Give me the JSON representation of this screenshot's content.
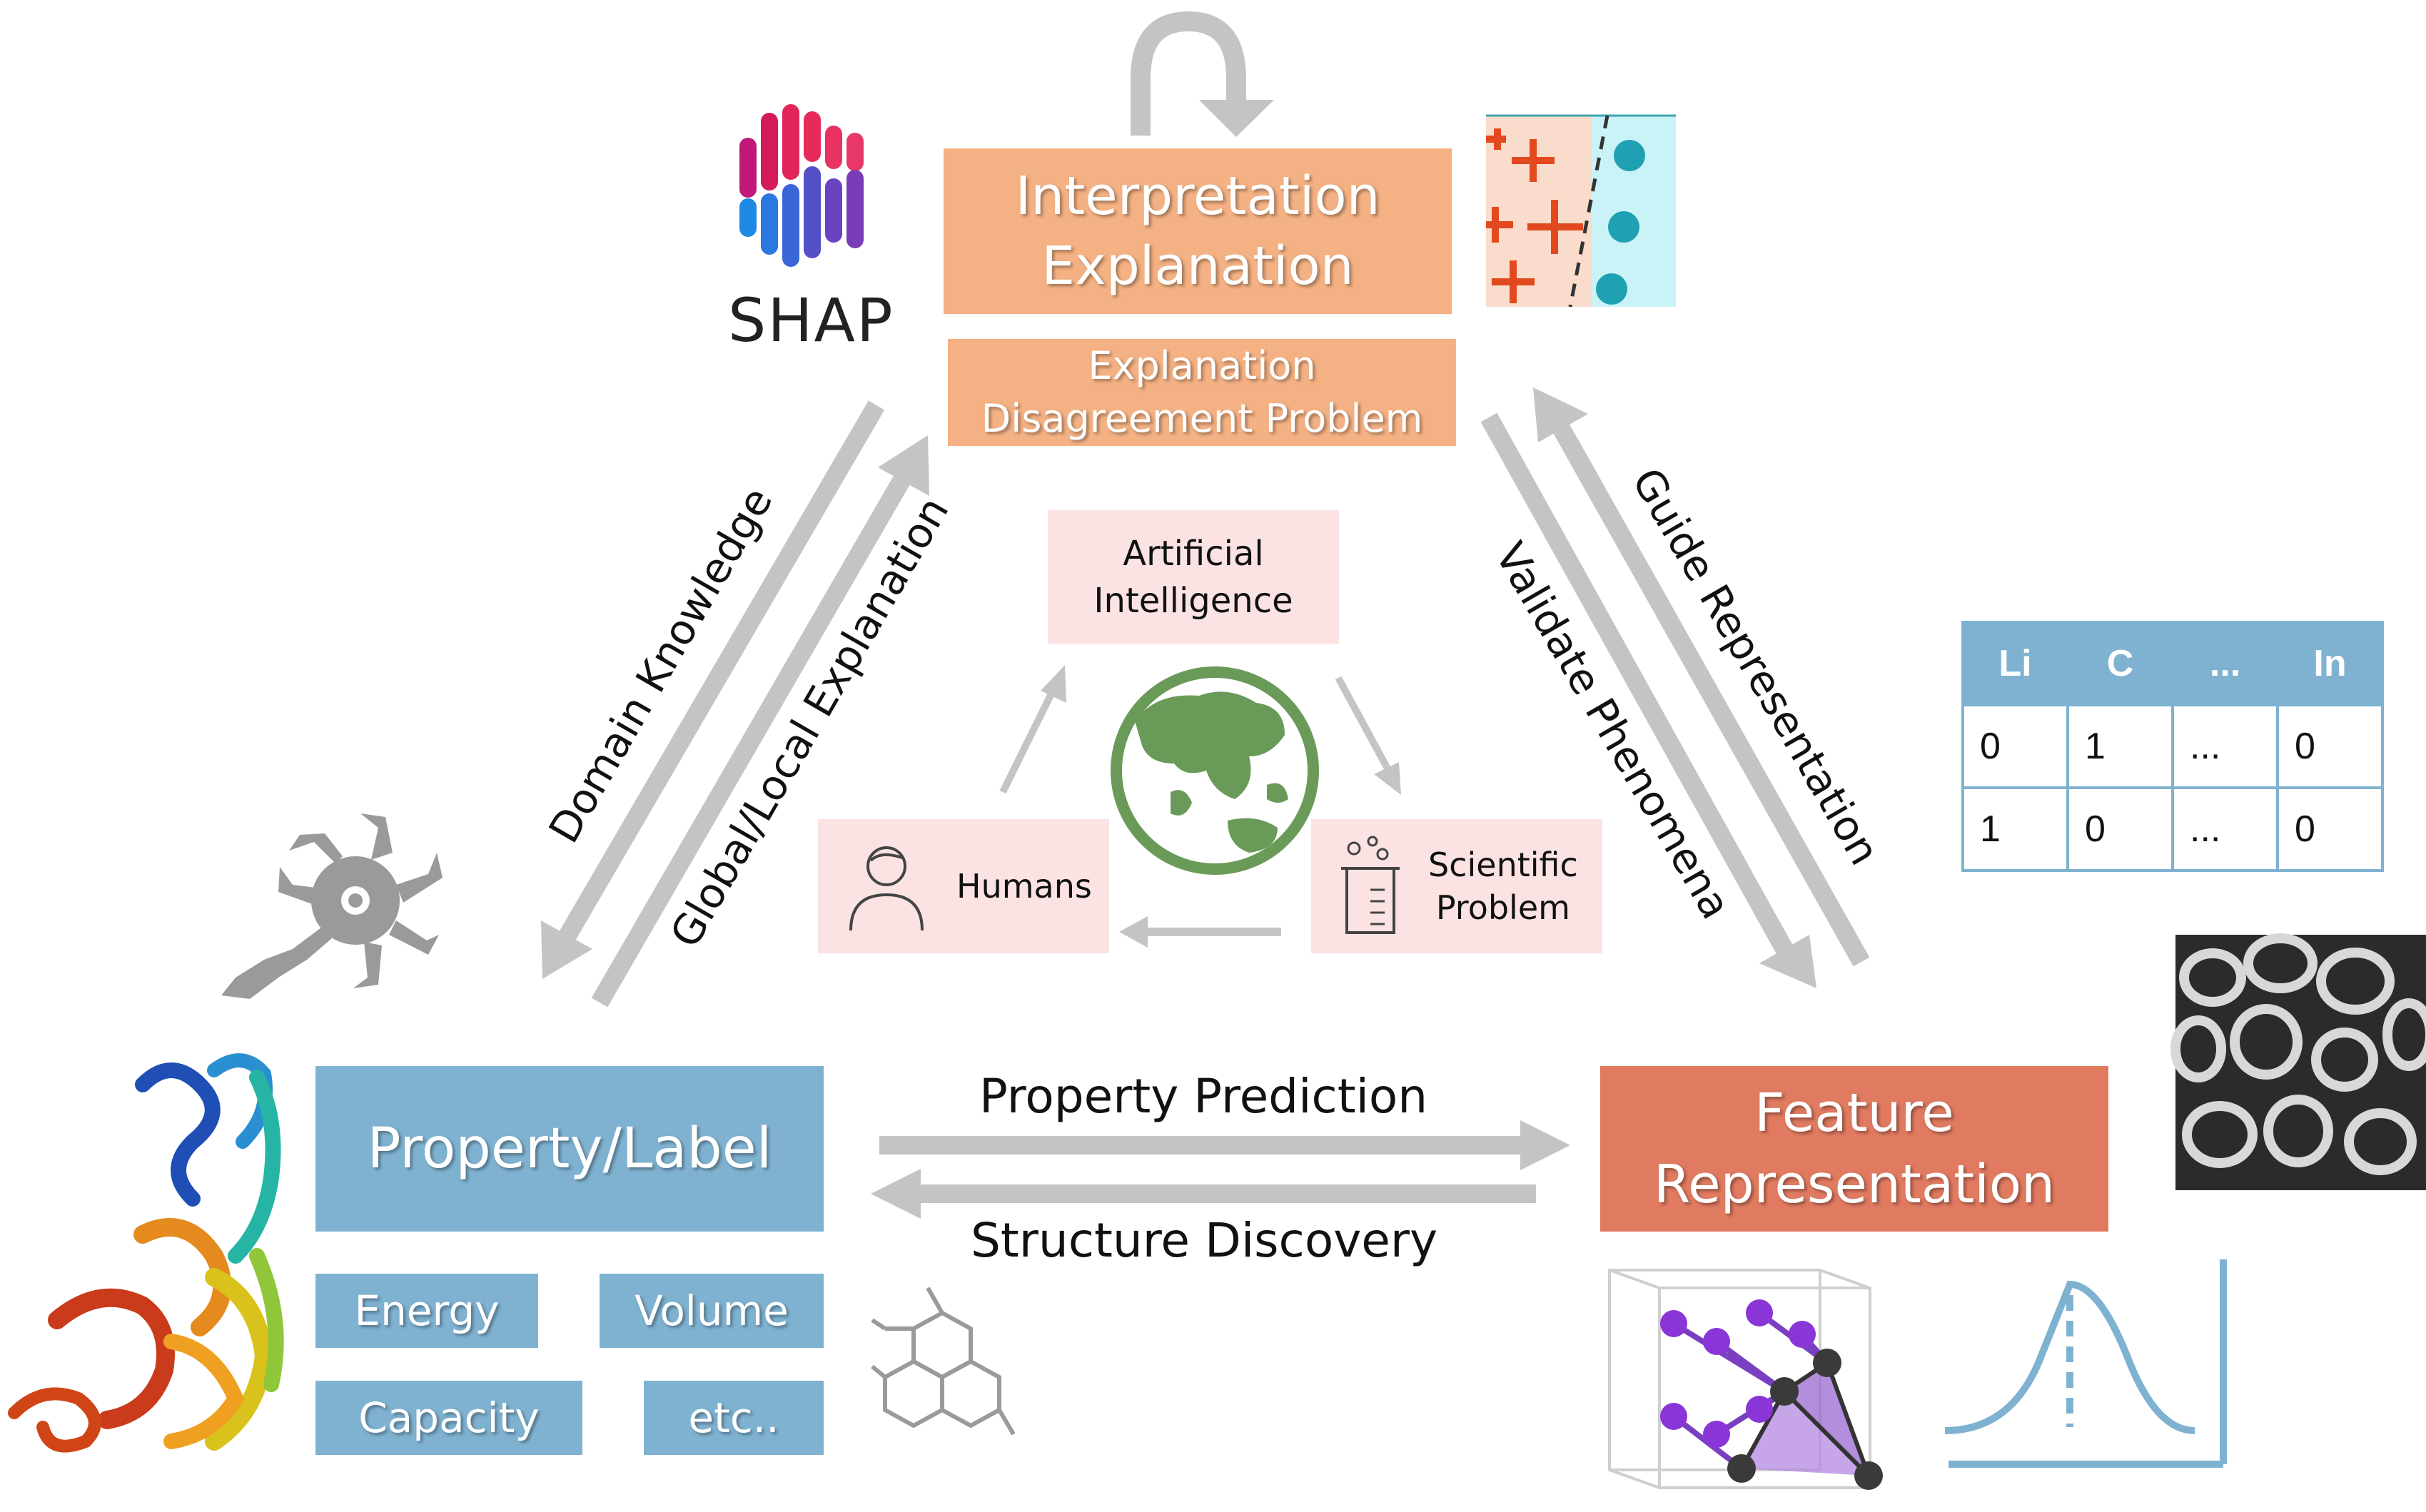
{
  "top": {
    "interpretation_line1": "Interpretation",
    "interpretation_line2": "Explanation",
    "disagreement_line1": "Explanation",
    "disagreement_line2": "Disagreement Problem",
    "shap_label": "SHAP"
  },
  "center": {
    "ai_line1": "Artificial",
    "ai_line2": "Intelligence",
    "humans": "Humans",
    "scientific_line1": "Scientific",
    "scientific_line2": "Problem"
  },
  "left_arrows": {
    "domain_knowledge": "Domain Knowledge",
    "global_local": "Global/Local Explanation"
  },
  "right_arrows": {
    "guide_representation": "Guide Representation",
    "validate_phenomena": "Validate Phenomena"
  },
  "bottom_arrows": {
    "property_prediction": "Property Prediction",
    "structure_discovery": "Structure Discovery"
  },
  "property": {
    "title": "Property/Label",
    "items": [
      "Energy",
      "Volume",
      "Capacity",
      "etc.."
    ]
  },
  "feature": {
    "title_line1": "Feature",
    "title_line2": "Representation"
  },
  "feature_table": {
    "headers": [
      "Li",
      "C",
      "...",
      "In"
    ],
    "rows": [
      [
        "0",
        "1",
        "...",
        "0"
      ],
      [
        "1",
        "0",
        "...",
        "0"
      ]
    ]
  },
  "colors": {
    "orange_box": "#f4b183",
    "blue_box": "#7fb2d1",
    "feature_box": "#e07a60",
    "pink_box": "#fbe3e3",
    "arrow_gray": "#c4c4c4",
    "globe_green": "#6a9a58"
  }
}
